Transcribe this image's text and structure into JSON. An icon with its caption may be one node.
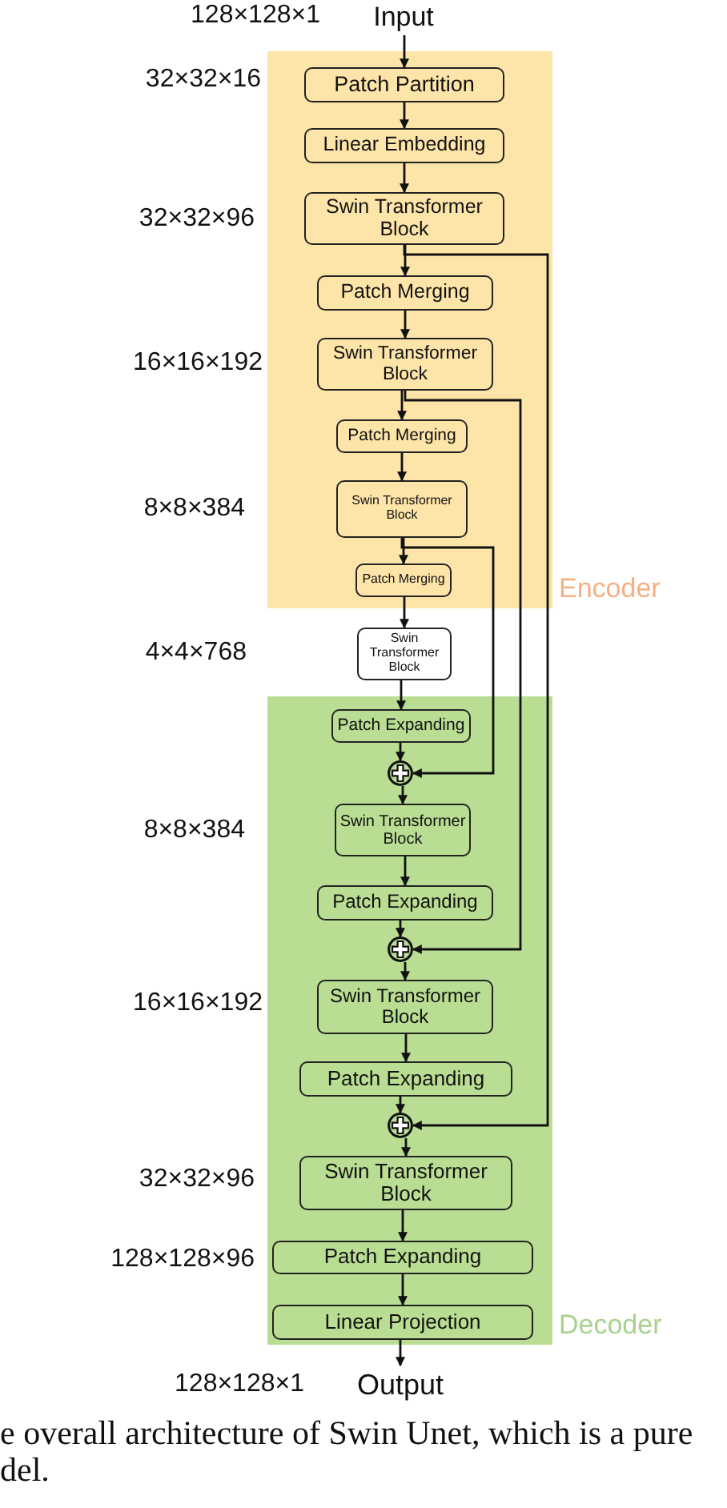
{
  "diagram": {
    "caption": "e overall architecture of Swin Unet, which is a pure del.",
    "nodes": [
      {
        "text": [
          "Input"
        ]
      },
      {
        "text": [
          "Encoder"
        ]
      },
      {
        "text": [
          "Patch Partition"
        ],
        "in": 1
      },
      {
        "text": [
          "Linear Embedding"
        ],
        "in": 1
      },
      {
        "text": [
          "Swin Transformer Block"
        ],
        "in": 1
      },
      {
        "text": [
          "Patch Merging"
        ],
        "in": 1
      },
      {
        "text": [
          "Swin Transformer Block"
        ],
        "in": 1
      },
      {
        "text": [
          "Patch Merging"
        ],
        "in": 1
      },
      {
        "text": [
          "Swin Transformer Block"
        ],
        "in": 1
      },
      {
        "text": [
          "Patch Merging"
        ],
        "in": 1
      },
      {
        "text": [
          "Swin Transformer Block"
        ]
      },
      {
        "text": [
          "Decoder"
        ]
      },
      {
        "text": [
          "Patch Expanding"
        ],
        "in": 11
      },
      {
        "text": [],
        "shape": "circle",
        "in": 11
      },
      {
        "text": [
          "Swin Transformer Block"
        ],
        "in": 11
      },
      {
        "text": [
          "Patch Expanding"
        ],
        "in": 11
      },
      {
        "text": [],
        "shape": "circle",
        "in": 11
      },
      {
        "text": [
          "Swin Transformer Block"
        ],
        "in": 11
      },
      {
        "text": [
          "Patch Expanding"
        ],
        "in": 11
      },
      {
        "text": [],
        "shape": "circle",
        "in": 11
      },
      {
        "text": [
          "Swin Transformer Block"
        ],
        "in": 11
      },
      {
        "text": [
          "Patch Expanding"
        ],
        "in": 11
      },
      {
        "text": [
          "Linear Projection"
        ],
        "in": 11
      },
      {
        "text": [
          "Output"
        ]
      }
    ],
    "edges": [
      {
        "from": 0,
        "to": 2,
        "arrow": "to"
      },
      {
        "from": 2,
        "to": 3,
        "arrow": "to"
      },
      {
        "from": 3,
        "to": 4,
        "arrow": "to"
      },
      {
        "from": 4,
        "to": 5,
        "arrow": "to"
      },
      {
        "from": 5,
        "to": 6,
        "arrow": "to"
      },
      {
        "from": 6,
        "to": 7,
        "arrow": "to"
      },
      {
        "from": 7,
        "to": 8,
        "arrow": "to"
      },
      {
        "from": 8,
        "to": 9,
        "arrow": "to"
      },
      {
        "from": 9,
        "to": 10,
        "arrow": "to"
      },
      {
        "from": 10,
        "to": 12,
        "arrow": "to"
      },
      {
        "from": 12,
        "to": 13,
        "arrow": "to"
      },
      {
        "from": 13,
        "to": 14,
        "arrow": "to"
      },
      {
        "from": 14,
        "to": 15,
        "arrow": "to"
      },
      {
        "from": 15,
        "to": 16,
        "arrow": "to"
      },
      {
        "from": 16,
        "to": 17,
        "arrow": "to"
      },
      {
        "from": 17,
        "to": 18,
        "arrow": "to"
      },
      {
        "from": 18,
        "to": 19,
        "arrow": "to"
      },
      {
        "from": 19,
        "to": 20,
        "arrow": "to"
      },
      {
        "from": 20,
        "to": 21,
        "arrow": "to"
      },
      {
        "from": 21,
        "to": 22,
        "arrow": "to"
      },
      {
        "from": 22,
        "to": 23,
        "arrow": "to"
      },
      {
        "from": 4,
        "to": 19,
        "arrow": "to"
      },
      {
        "from": 6,
        "to": 16,
        "arrow": "to"
      },
      {
        "from": 8,
        "to": 13,
        "arrow": "to"
      }
    ],
    "labels": [
      "128×128×1",
      "32×32×16",
      "32×32×96",
      "16×16×192",
      "8×8×384",
      "4×4×768",
      "8×8×384",
      "16×16×192",
      "32×32×96",
      "128×128×96",
      "128×128×1"
    ]
  }
}
